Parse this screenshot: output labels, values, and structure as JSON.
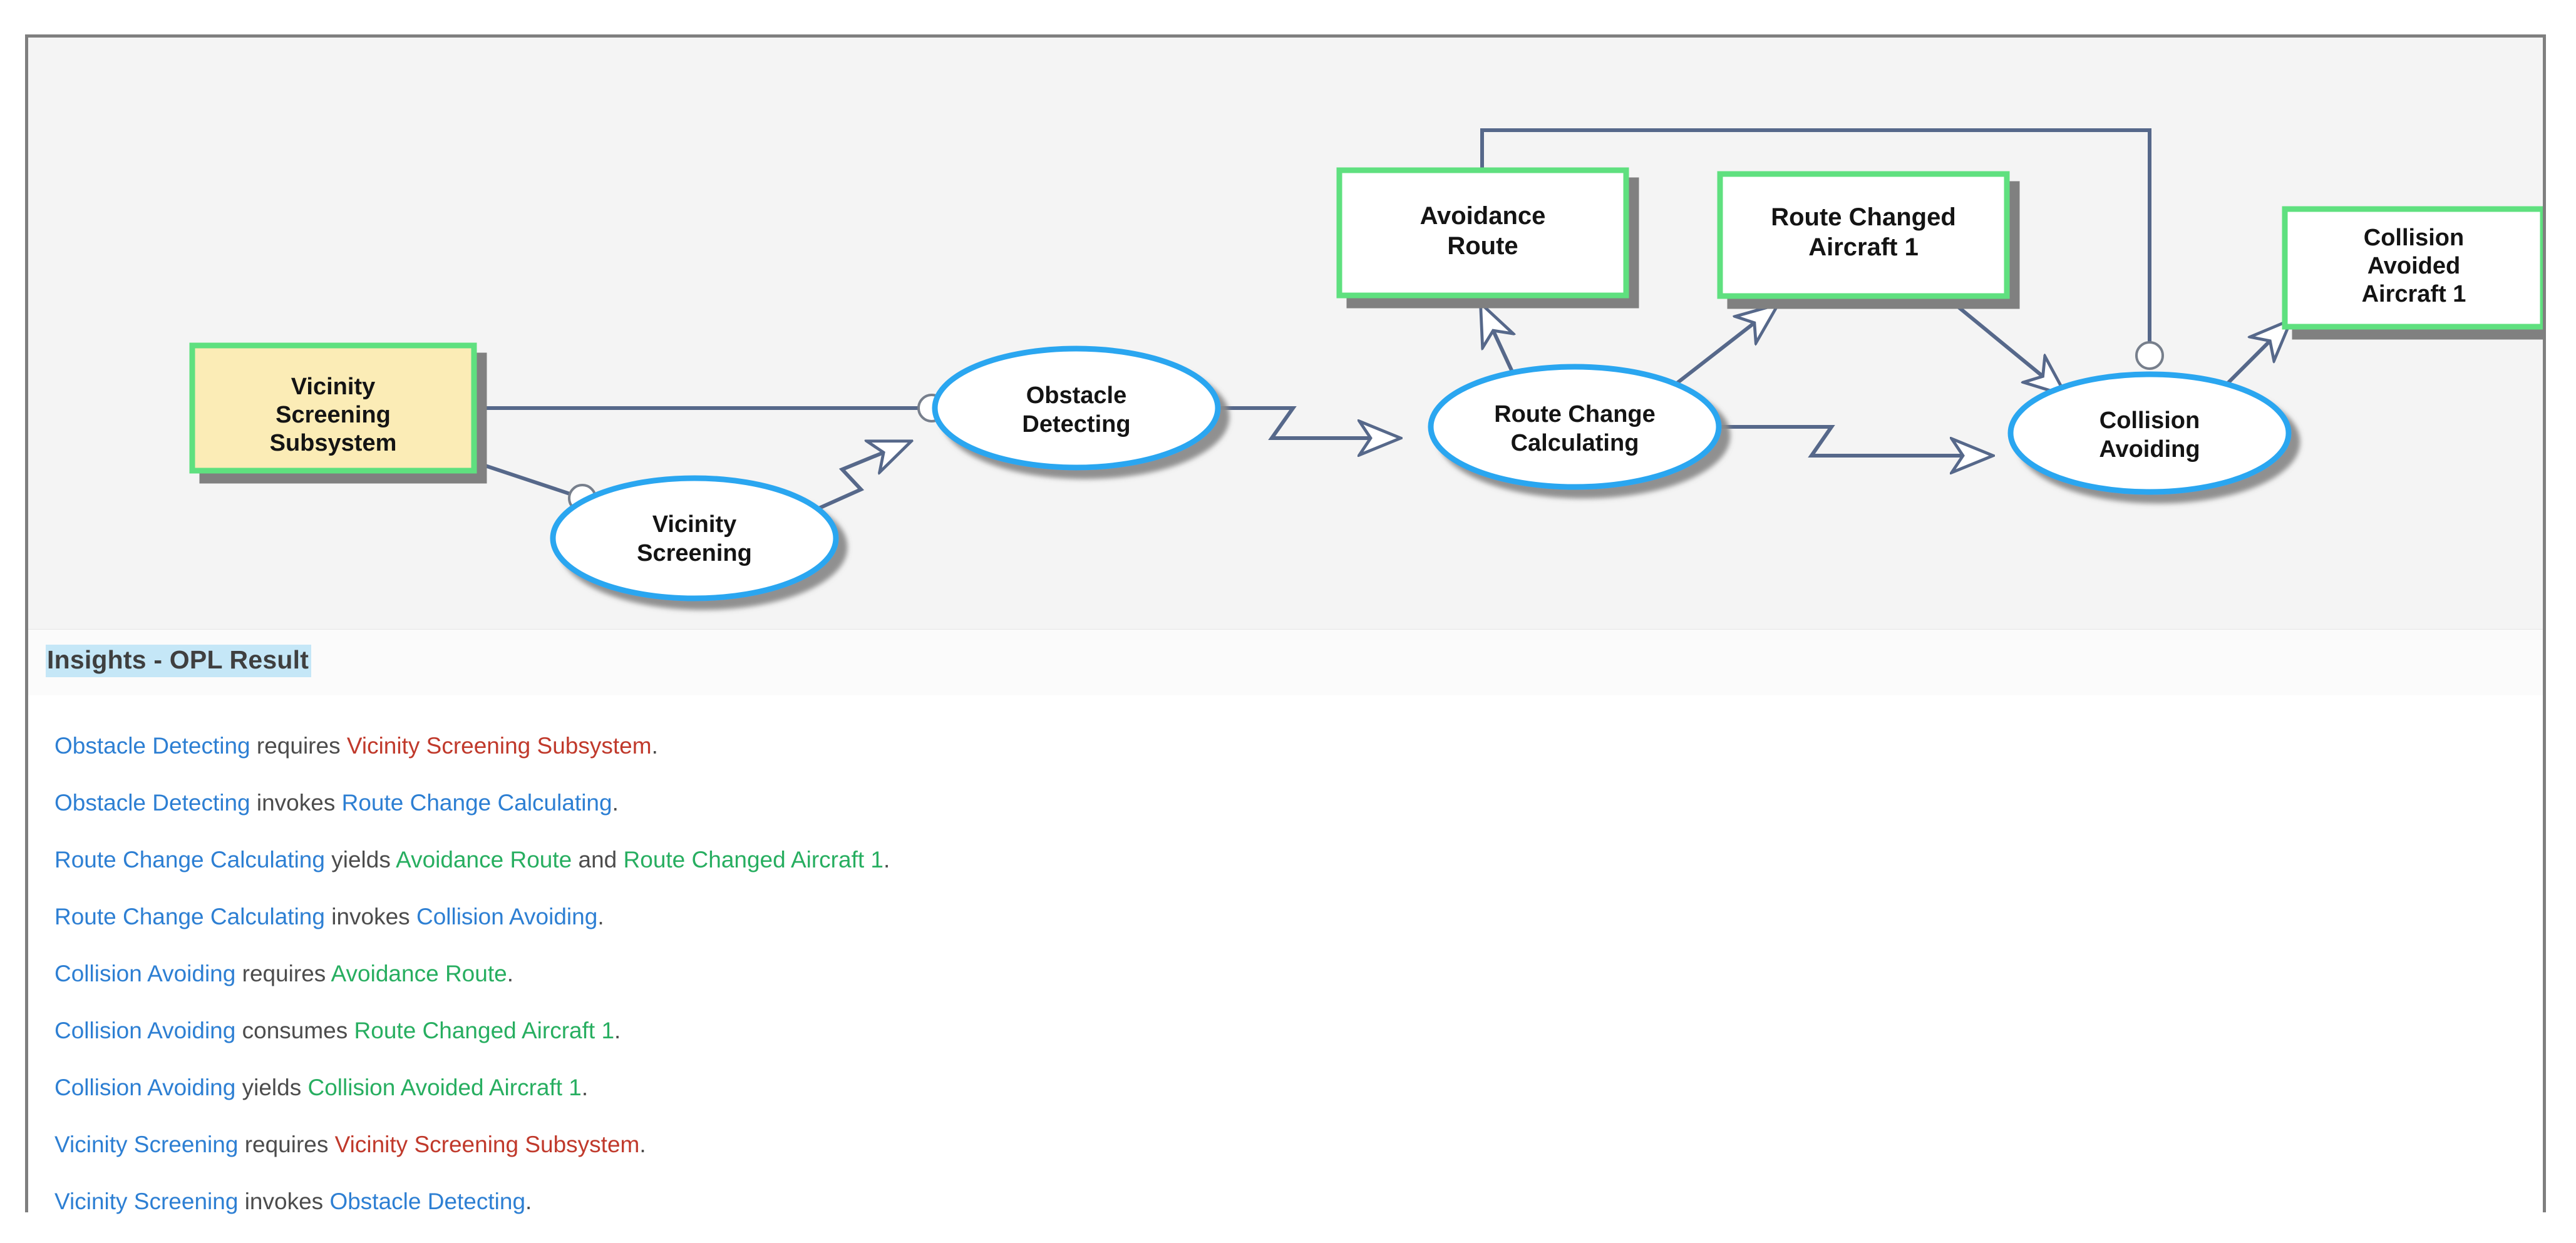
{
  "diagram": {
    "name": "OPM Object Process Diagram",
    "background_color": "#f4f4f4",
    "objects": [
      {
        "id": "vicinity-screening-subsystem",
        "label": "Vicinity\nScreening\nSubsystem",
        "lines": [
          "Vicinity",
          "Screening",
          "Subsystem"
        ],
        "fill": "#fbecb6",
        "stroke": "#5fe07f",
        "kind": "object-physical"
      },
      {
        "id": "avoidance-route",
        "label": "Avoidance\nRoute",
        "lines": [
          "Avoidance",
          "Route"
        ],
        "fill": "#ffffff",
        "stroke": "#5fe07f",
        "kind": "object"
      },
      {
        "id": "route-changed-aircraft-1",
        "label": "Route Changed\nAircraft 1",
        "lines": [
          "Route Changed",
          "Aircraft 1"
        ],
        "fill": "#ffffff",
        "stroke": "#5fe07f",
        "kind": "object"
      },
      {
        "id": "collision-avoided-aircraft-1",
        "label": "Collision\nAvoided\nAircraft 1",
        "lines": [
          "Collision",
          "Avoided",
          "Aircraft 1"
        ],
        "fill": "#ffffff",
        "stroke": "#5fe07f",
        "kind": "object"
      }
    ],
    "processes": [
      {
        "id": "vicinity-screening",
        "label": "Vicinity\nScreening",
        "lines": [
          "Vicinity",
          "Screening"
        ],
        "fill": "#ffffff",
        "stroke": "#2ba6f0"
      },
      {
        "id": "obstacle-detecting",
        "label": "Obstacle\nDetecting",
        "lines": [
          "Obstacle",
          "Detecting"
        ],
        "fill": "#ffffff",
        "stroke": "#2ba6f0"
      },
      {
        "id": "route-change-calculating",
        "label": "Route Change\nCalculating",
        "lines": [
          "Route Change",
          "Calculating"
        ],
        "fill": "#ffffff",
        "stroke": "#2ba6f0"
      },
      {
        "id": "collision-avoiding",
        "label": "Collision\nAvoiding",
        "lines": [
          "Collision",
          "Avoiding"
        ],
        "fill": "#ffffff",
        "stroke": "#2ba6f0"
      }
    ],
    "link_color": "#56688a",
    "links": [
      {
        "from": "vicinity-screening-subsystem",
        "to": "obstacle-detecting",
        "type": "instrument"
      },
      {
        "from": "vicinity-screening-subsystem",
        "to": "vicinity-screening",
        "type": "instrument"
      },
      {
        "from": "vicinity-screening",
        "to": "obstacle-detecting",
        "type": "invocation"
      },
      {
        "from": "obstacle-detecting",
        "to": "route-change-calculating",
        "type": "invocation"
      },
      {
        "from": "route-change-calculating",
        "to": "avoidance-route",
        "type": "result"
      },
      {
        "from": "route-change-calculating",
        "to": "route-changed-aircraft-1",
        "type": "result"
      },
      {
        "from": "route-change-calculating",
        "to": "collision-avoiding",
        "type": "invocation"
      },
      {
        "from": "avoidance-route",
        "to": "collision-avoiding",
        "type": "instrument"
      },
      {
        "from": "route-changed-aircraft-1",
        "to": "collision-avoiding",
        "type": "consumption"
      },
      {
        "from": "collision-avoiding",
        "to": "collision-avoided-aircraft-1",
        "type": "result"
      }
    ]
  },
  "insights": {
    "title": "Insights - OPL Result",
    "title_highlight_color": "#c5e7f7",
    "lines": [
      [
        {
          "t": "Obstacle Detecting",
          "c": "process"
        },
        {
          "t": " requires ",
          "c": "rel"
        },
        {
          "t": "Vicinity Screening Subsystem",
          "c": "object-red"
        },
        {
          "t": ".",
          "c": "rel"
        }
      ],
      [
        {
          "t": "Obstacle Detecting",
          "c": "process"
        },
        {
          "t": " invokes ",
          "c": "rel"
        },
        {
          "t": "Route Change Calculating",
          "c": "process"
        },
        {
          "t": ".",
          "c": "rel"
        }
      ],
      [
        {
          "t": "Route Change Calculating",
          "c": "process"
        },
        {
          "t": " yields ",
          "c": "rel"
        },
        {
          "t": "Avoidance Route",
          "c": "object-green"
        },
        {
          "t": " and ",
          "c": "rel"
        },
        {
          "t": "Route Changed Aircraft 1",
          "c": "object-green"
        },
        {
          "t": ".",
          "c": "rel"
        }
      ],
      [
        {
          "t": "Route Change Calculating",
          "c": "process"
        },
        {
          "t": " invokes ",
          "c": "rel"
        },
        {
          "t": "Collision Avoiding",
          "c": "process"
        },
        {
          "t": ".",
          "c": "rel"
        }
      ],
      [
        {
          "t": "Collision Avoiding",
          "c": "process"
        },
        {
          "t": " requires ",
          "c": "rel"
        },
        {
          "t": "Avoidance Route",
          "c": "object-green"
        },
        {
          "t": ".",
          "c": "rel"
        }
      ],
      [
        {
          "t": "Collision Avoiding",
          "c": "process"
        },
        {
          "t": " consumes ",
          "c": "rel"
        },
        {
          "t": "Route Changed Aircraft 1",
          "c": "object-green"
        },
        {
          "t": ".",
          "c": "rel"
        }
      ],
      [
        {
          "t": "Collision Avoiding",
          "c": "process"
        },
        {
          "t": " yields ",
          "c": "rel"
        },
        {
          "t": "Collision Avoided Aircraft 1",
          "c": "object-green"
        },
        {
          "t": ".",
          "c": "rel"
        }
      ],
      [
        {
          "t": "Vicinity Screening",
          "c": "process"
        },
        {
          "t": " requires ",
          "c": "rel"
        },
        {
          "t": "Vicinity Screening Subsystem",
          "c": "object-red"
        },
        {
          "t": ".",
          "c": "rel"
        }
      ],
      [
        {
          "t": "Vicinity Screening",
          "c": "process"
        },
        {
          "t": " invokes ",
          "c": "rel"
        },
        {
          "t": "Obstacle Detecting",
          "c": "process"
        },
        {
          "t": ".",
          "c": "rel"
        }
      ]
    ],
    "colors": {
      "process": "#2d7fd3",
      "object_red": "#c0392b",
      "object_green": "#27ae60",
      "relation": "#4c4c4c"
    }
  }
}
